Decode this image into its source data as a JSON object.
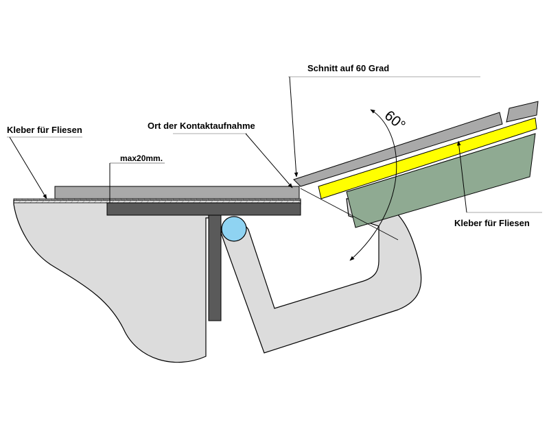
{
  "labels": {
    "kleber_left": "Kleber für Fliesen",
    "kontakt": "Ort der Kontaktaufnahme",
    "schnitt": "Schnitt auf 60 Grad",
    "max": "max20mm.",
    "angle": "60°",
    "kleber_right": "Kleber für Fliesen"
  },
  "colors": {
    "background": "#ffffff",
    "body_fill": "#dcdcdc",
    "tile_gray": "#a9a9a9",
    "plate_dark": "#5a5a5a",
    "adhesive_yellow": "#ffff00",
    "green_panel": "#8faa92",
    "pipe_blue": "#8fd3f2",
    "line": "#000000"
  }
}
